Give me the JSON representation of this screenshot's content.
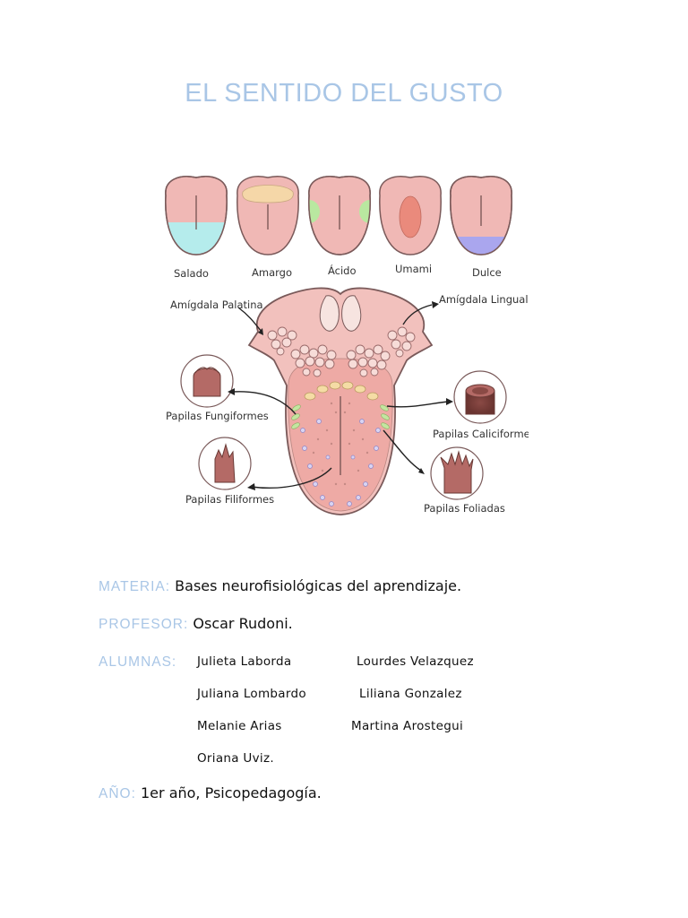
{
  "theme": {
    "accent": "#a9c6e6",
    "tongue_pink": "#f0b8b5",
    "tongue_outline": "#7a5a5a"
  },
  "document": {
    "title": "EL SENTIDO DEL GUSTO",
    "figure": {
      "tastes": [
        {
          "label": "Salado",
          "color": "#b5ecec"
        },
        {
          "label": "Amargo",
          "color": "#f5d7a8"
        },
        {
          "label": "Ácido",
          "color": "#b9e8a0"
        },
        {
          "label": "Umami",
          "color": "#ea8a7c"
        },
        {
          "label": "Dulce",
          "color": "#aaa6ee"
        }
      ],
      "labels": {
        "tonsil_palatine": "Amígdala Palatina",
        "tonsil_lingual": "Amígdala Lingual",
        "fungiform": "Papilas Fungiformes",
        "filiform": "Papilas Filiformes",
        "circumvallate": "Papilas Caliciformes",
        "foliate": "Papilas Foliadas"
      }
    },
    "fields": {
      "materia": {
        "key": "MATERIA:",
        "value": "Bases neurofisiológicas del aprendizaje."
      },
      "profesor": {
        "key": "PROFESOR:",
        "value": "Oscar Rudoni."
      },
      "alumnas": {
        "key": "ALUMNAS:",
        "names": [
          "Julieta Laborda",
          "Lourdes Velazquez",
          "Juliana Lombardo",
          "Liliana Gonzalez",
          "Melanie Arias",
          "Martina Arostegui",
          "Oriana Uviz."
        ]
      },
      "anio": {
        "key": "AÑO:",
        "value": "1er año, Psicopedagogía."
      }
    }
  }
}
